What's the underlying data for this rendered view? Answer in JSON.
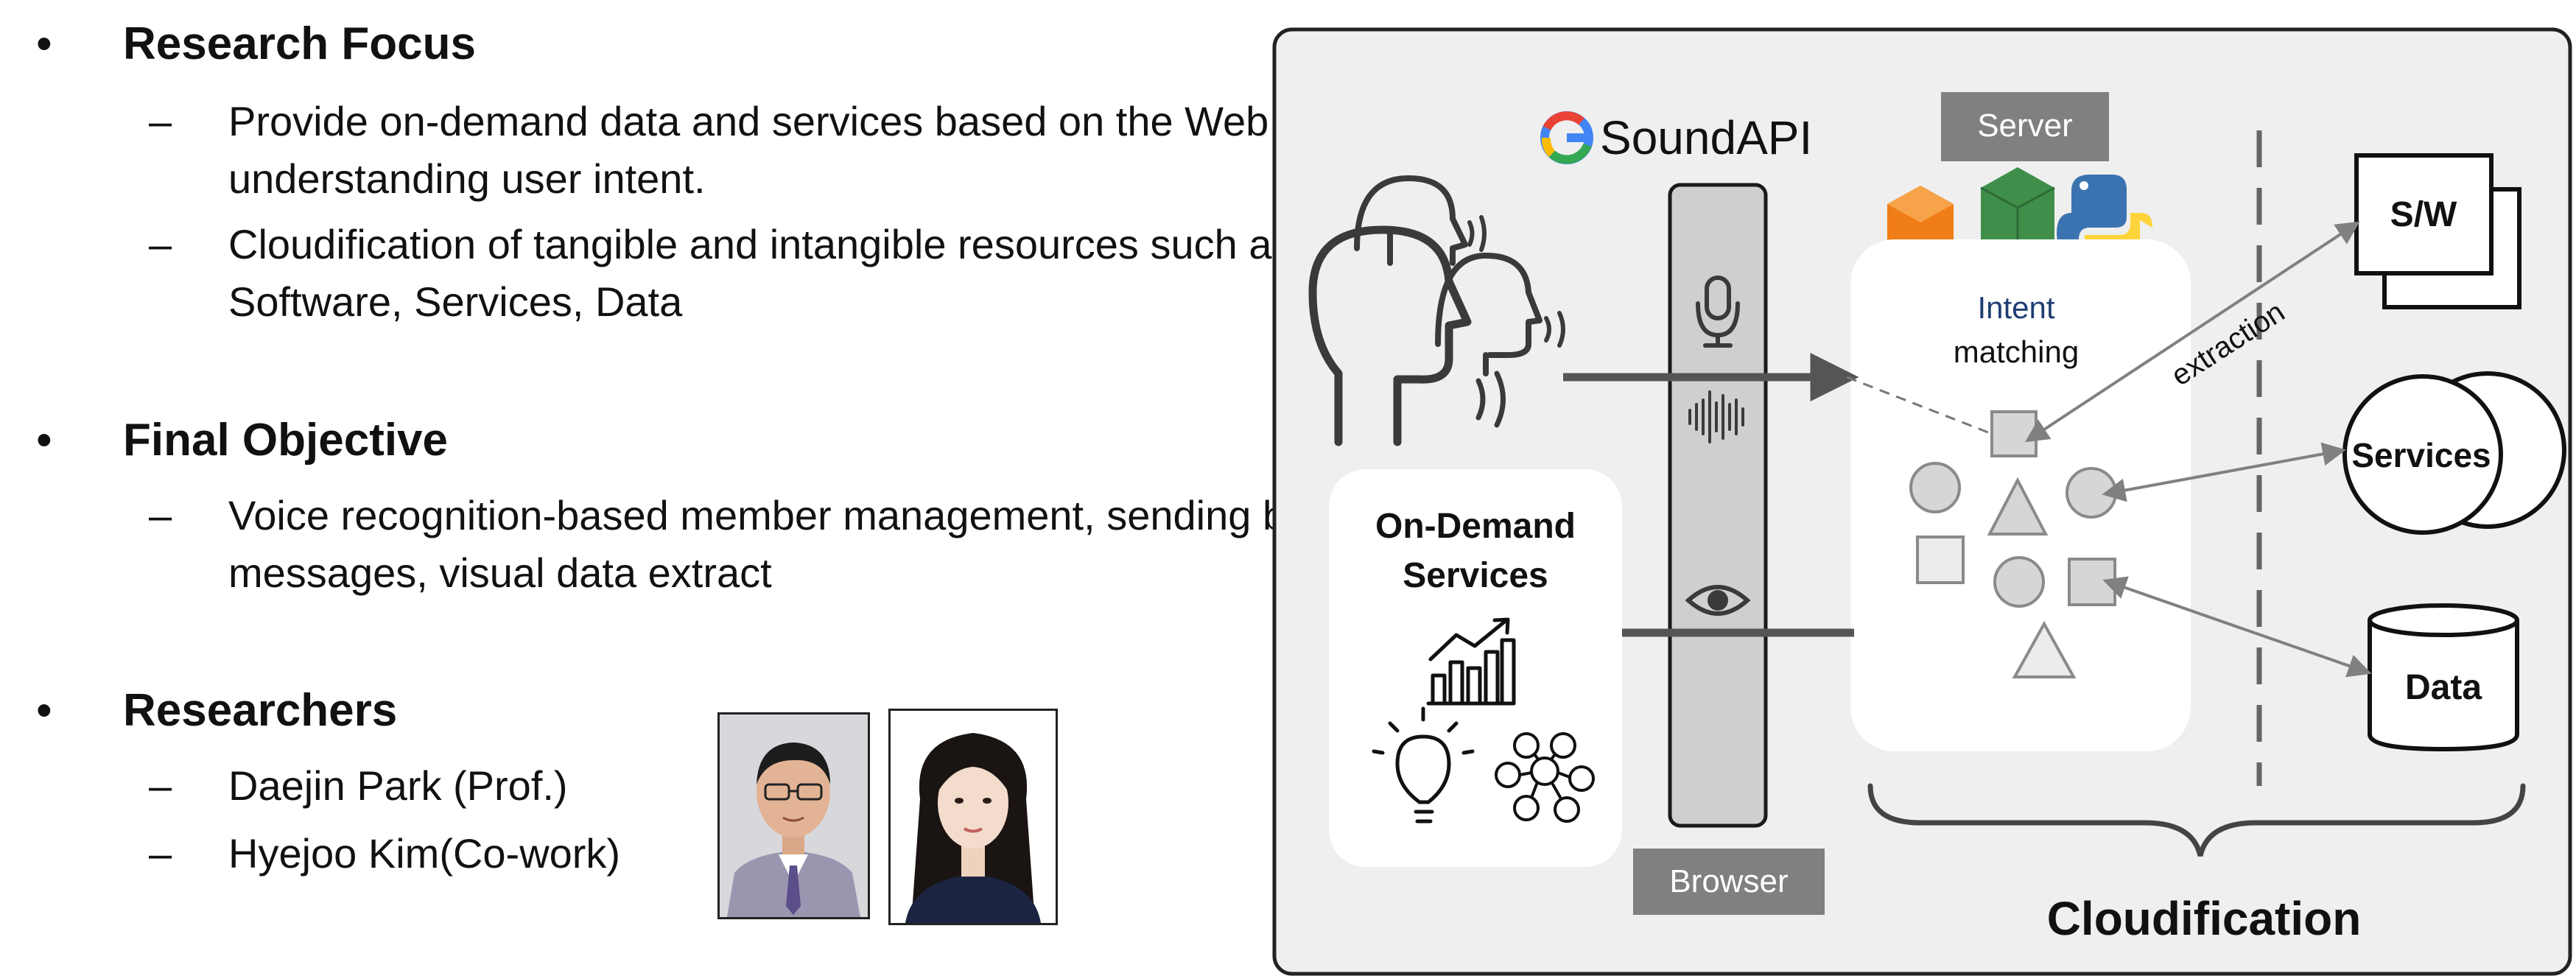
{
  "sections": [
    {
      "heading": "Research Focus",
      "items": [
        "Provide on-demand data and services based on the Web by understanding user intent.",
        "Cloudification of tangible and intangible resources such as Software, Services, Data"
      ]
    },
    {
      "heading": "Final Objective",
      "items": [
        "Voice recognition-based member management, sending batch messages, visual data extract"
      ]
    },
    {
      "heading": "Researchers",
      "items": [
        "Daejin Park (Prof.)",
        "Hyejoo Kim(Co-work)"
      ]
    }
  ],
  "bullet_symbol": "•",
  "dash_symbol": "–",
  "diagram": {
    "brand": "SoundAPI",
    "brand_logo_letter": "G",
    "server_label": "Server",
    "browser_label": "Browser",
    "intent_line1": "Intent",
    "intent_line2": "matching",
    "extraction_label": "extraction",
    "on_demand_line1": "On-Demand",
    "on_demand_line2": "Services",
    "sw_label": "S/W",
    "services_label": "Services",
    "data_label": "Data",
    "cloudification_label": "Cloudification"
  },
  "colors": {
    "panel_bg": "#efefef",
    "label_bg": "#808080",
    "intent_blue": "#1f3d73",
    "orange_box": "#f07d17",
    "node_green": "#3f8f4a",
    "python_blue": "#3b73b0",
    "python_yellow": "#ffd43b"
  }
}
